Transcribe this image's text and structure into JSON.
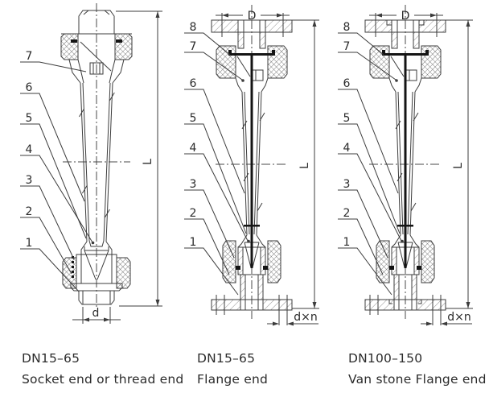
{
  "figure": {
    "colors": {
      "line": "#3c3c3c",
      "ink": "#141414",
      "text": "#2b2b2b",
      "background": "#ffffff"
    },
    "diagrams": [
      {
        "name": "socket-end",
        "callouts": [
          "7",
          "6",
          "5",
          "4",
          "3",
          "2",
          "1"
        ],
        "dims": {
          "length": "L",
          "bore": "d"
        },
        "caption": {
          "size": "DN15–65",
          "type": "Socket end or thread end"
        }
      },
      {
        "name": "flange-end",
        "callouts": [
          "8",
          "7",
          "6",
          "5",
          "4",
          "3",
          "2",
          "1"
        ],
        "dims": {
          "flange": "D",
          "length": "L",
          "bolt": "d×n"
        },
        "caption": {
          "size": "DN15–65",
          "type": "Flange end"
        }
      },
      {
        "name": "van-stone-flange-end",
        "callouts": [
          "8",
          "7",
          "6",
          "5",
          "4",
          "3",
          "2",
          "1"
        ],
        "dims": {
          "flange": "D",
          "length": "L",
          "bolt": "d×n"
        },
        "caption": {
          "size": "DN100–150",
          "type": "Van stone Flange end"
        }
      }
    ]
  }
}
